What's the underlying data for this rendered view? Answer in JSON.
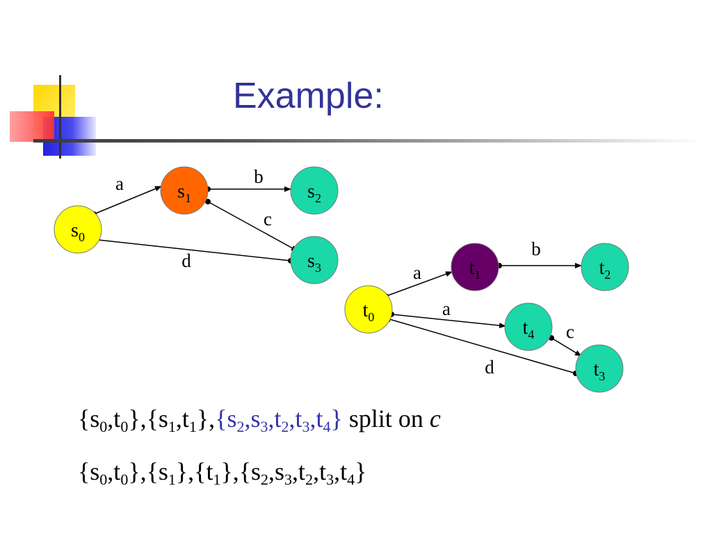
{
  "title": "Example:",
  "colors": {
    "title": "#333399",
    "yellow": "#ffff00",
    "orange": "#ff6600",
    "teal": "#1ad8a8",
    "purple": "#660066",
    "highlight": "#3333aa"
  },
  "graph_s": {
    "nodes": [
      {
        "id": "s0",
        "label": "s",
        "sub": "0",
        "fill": "#ffff00"
      },
      {
        "id": "s1",
        "label": "s",
        "sub": "1",
        "fill": "#ff6600"
      },
      {
        "id": "s2",
        "label": "s",
        "sub": "2",
        "fill": "#1ad8a8"
      },
      {
        "id": "s3",
        "label": "s",
        "sub": "3",
        "fill": "#1ad8a8"
      }
    ],
    "edges": [
      {
        "from": "s0",
        "to": "s1",
        "label": "a"
      },
      {
        "from": "s1",
        "to": "s2",
        "label": "b"
      },
      {
        "from": "s1",
        "to": "s3",
        "label": "c"
      },
      {
        "from": "s3",
        "to": "s0",
        "label": "d"
      }
    ]
  },
  "graph_t": {
    "nodes": [
      {
        "id": "t0",
        "label": "t",
        "sub": "0",
        "fill": "#ffff00"
      },
      {
        "id": "t1",
        "label": "t",
        "sub": "1",
        "fill": "#660066"
      },
      {
        "id": "t2",
        "label": "t",
        "sub": "2",
        "fill": "#1ad8a8"
      },
      {
        "id": "t3",
        "label": "t",
        "sub": "3",
        "fill": "#1ad8a8"
      },
      {
        "id": "t4",
        "label": "t",
        "sub": "4",
        "fill": "#1ad8a8"
      }
    ],
    "edges": [
      {
        "from": "t0",
        "to": "t1",
        "label": "a"
      },
      {
        "from": "t1",
        "to": "t2",
        "label": "b"
      },
      {
        "from": "t0",
        "to": "t4",
        "label": "a"
      },
      {
        "from": "t4",
        "to": "t3",
        "label": "c"
      },
      {
        "from": "t3",
        "to": "t0",
        "label": "d"
      }
    ]
  },
  "partitions": {
    "line1": {
      "segments": [
        {
          "text": "{s",
          "sub": "0"
        },
        {
          "text": ",t",
          "sub": "0"
        },
        {
          "text": "},{s",
          "sub": "1"
        },
        {
          "text": ",t",
          "sub": "1"
        },
        {
          "text": "},",
          "sub": ""
        },
        {
          "text": "{s",
          "sub": "2",
          "hl": true
        },
        {
          "text": ",s",
          "sub": "3",
          "hl": true
        },
        {
          "text": ",t",
          "sub": "2",
          "hl": true
        },
        {
          "text": ",t",
          "sub": "3",
          "hl": true
        },
        {
          "text": ",t",
          "sub": "4",
          "hl": true
        },
        {
          "text": "}",
          "sub": "",
          "hl": true
        }
      ],
      "suffix": " split on ",
      "suffix_italic": "c"
    },
    "line2": {
      "segments": [
        {
          "text": "{s",
          "sub": "0"
        },
        {
          "text": ",t",
          "sub": "0"
        },
        {
          "text": "},{s",
          "sub": "1"
        },
        {
          "text": "},{t",
          "sub": "1"
        },
        {
          "text": "},{s",
          "sub": "2"
        },
        {
          "text": ",s",
          "sub": "3"
        },
        {
          "text": ",t",
          "sub": "2"
        },
        {
          "text": ",t",
          "sub": "3"
        },
        {
          "text": ",t",
          "sub": "4"
        },
        {
          "text": "}",
          "sub": ""
        }
      ]
    }
  }
}
